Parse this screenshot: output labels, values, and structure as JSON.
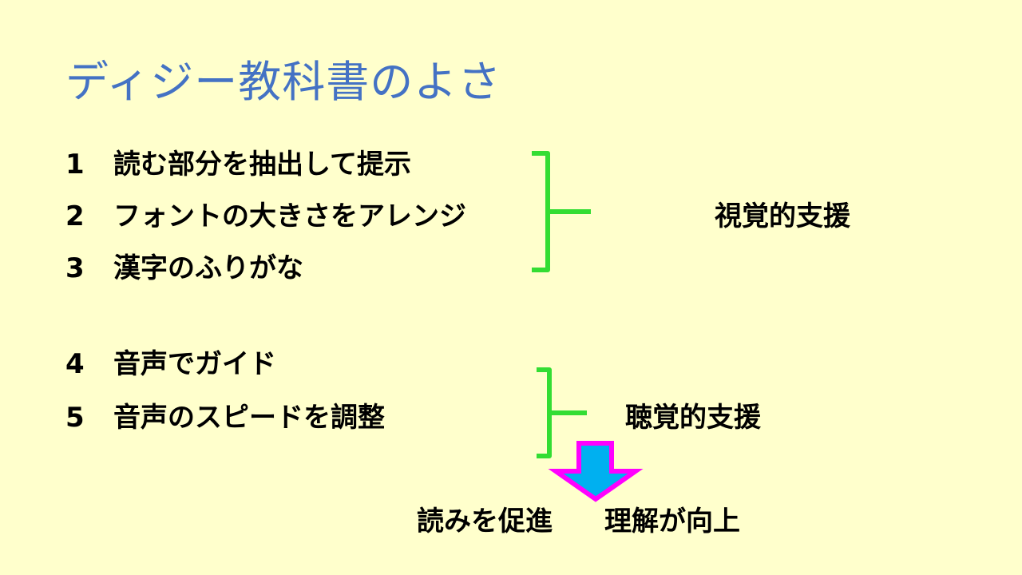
{
  "title": "ディジー教科書のよさ",
  "items": [
    {
      "num": "1",
      "text": "読む部分を抽出して提示"
    },
    {
      "num": "2",
      "text": "フォントの大きさをアレンジ"
    },
    {
      "num": "3",
      "text": "漢字のふりがな"
    },
    {
      "num": "4",
      "text": "音声でガイド"
    },
    {
      "num": "5",
      "text": "音声のスピードを調整"
    }
  ],
  "visual_support": "視覚的支援",
  "auditory_support": "聴覚的支援",
  "result_left": "読みを促進",
  "result_right": "理解が向上",
  "colors": {
    "background": "#FFFFCC",
    "title": "#4472C4",
    "bracket": "#33DD33",
    "arrow_fill": "#00B0F0",
    "arrow_outline": "#FF00FF"
  }
}
